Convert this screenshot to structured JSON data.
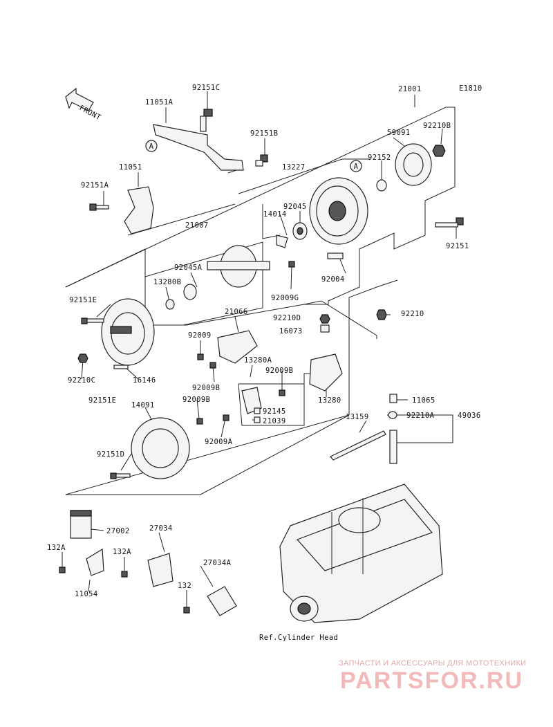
{
  "diagram_code": "E1810",
  "front_arrow_label": "FRONT",
  "reference_note": "Ref.Cylinder Head",
  "view_marker": "A",
  "watermark": {
    "tagline": "ЗАПЧАСТИ И АКСЕССУАРЫ ДЛЯ МОТОТЕХНИКИ",
    "brand": "PARTSFOR.RU"
  },
  "part_labels": [
    "92151C",
    "11051A",
    "92151B",
    "11051",
    "92151A",
    "21007",
    "21001",
    "59091",
    "92210B",
    "92152",
    "13227",
    "92045",
    "14014",
    "92004",
    "92151",
    "92045A",
    "13280B",
    "92009G",
    "92151E",
    "92210D",
    "16073",
    "92210",
    "21066",
    "92009",
    "13280A",
    "92009B",
    "92009B",
    "92210C",
    "16146",
    "13280",
    "92009B",
    "92145",
    "21039",
    "92009A",
    "92151E",
    "14091",
    "11065",
    "92210A",
    "49036",
    "13159",
    "92151D",
    "27002",
    "27034",
    "132A",
    "132A",
    "27034A",
    "11054",
    "132"
  ]
}
